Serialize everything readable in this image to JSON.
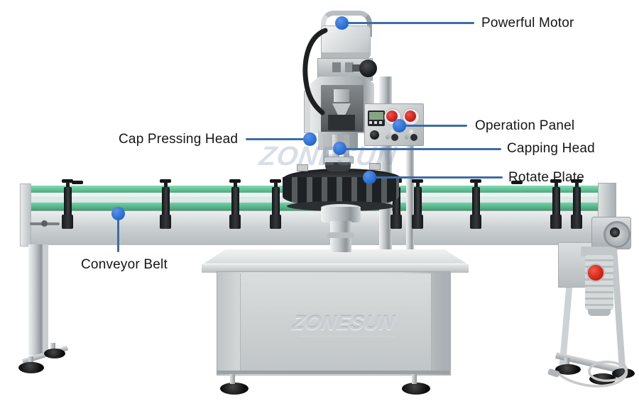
{
  "annotations": {
    "labels": [
      {
        "id": "powerful-motor",
        "text": "Powerful Motor"
      },
      {
        "id": "operation-panel",
        "text": "Operation Panel"
      },
      {
        "id": "capping-head",
        "text": "Capping Head"
      },
      {
        "id": "rotate-plate",
        "text": "Rotate Plate"
      },
      {
        "id": "cap-pressing-head",
        "text": "Cap Pressing Head"
      },
      {
        "id": "conveyor-belt",
        "text": "Conveyor Belt"
      }
    ],
    "marker_color": "#2b6fd4",
    "line_color": "#3d6ca8",
    "text_color": "#161616"
  },
  "machine": {
    "brand_logo": "ZONESUN",
    "watermark": "ZONESUN",
    "colors": {
      "rail_green": "#57bd92",
      "emergency_red": "#c6201d",
      "motor_fan_red": "#d42314",
      "stainless": "#c7cccf",
      "clamp_black": "#1c1e1f"
    }
  }
}
